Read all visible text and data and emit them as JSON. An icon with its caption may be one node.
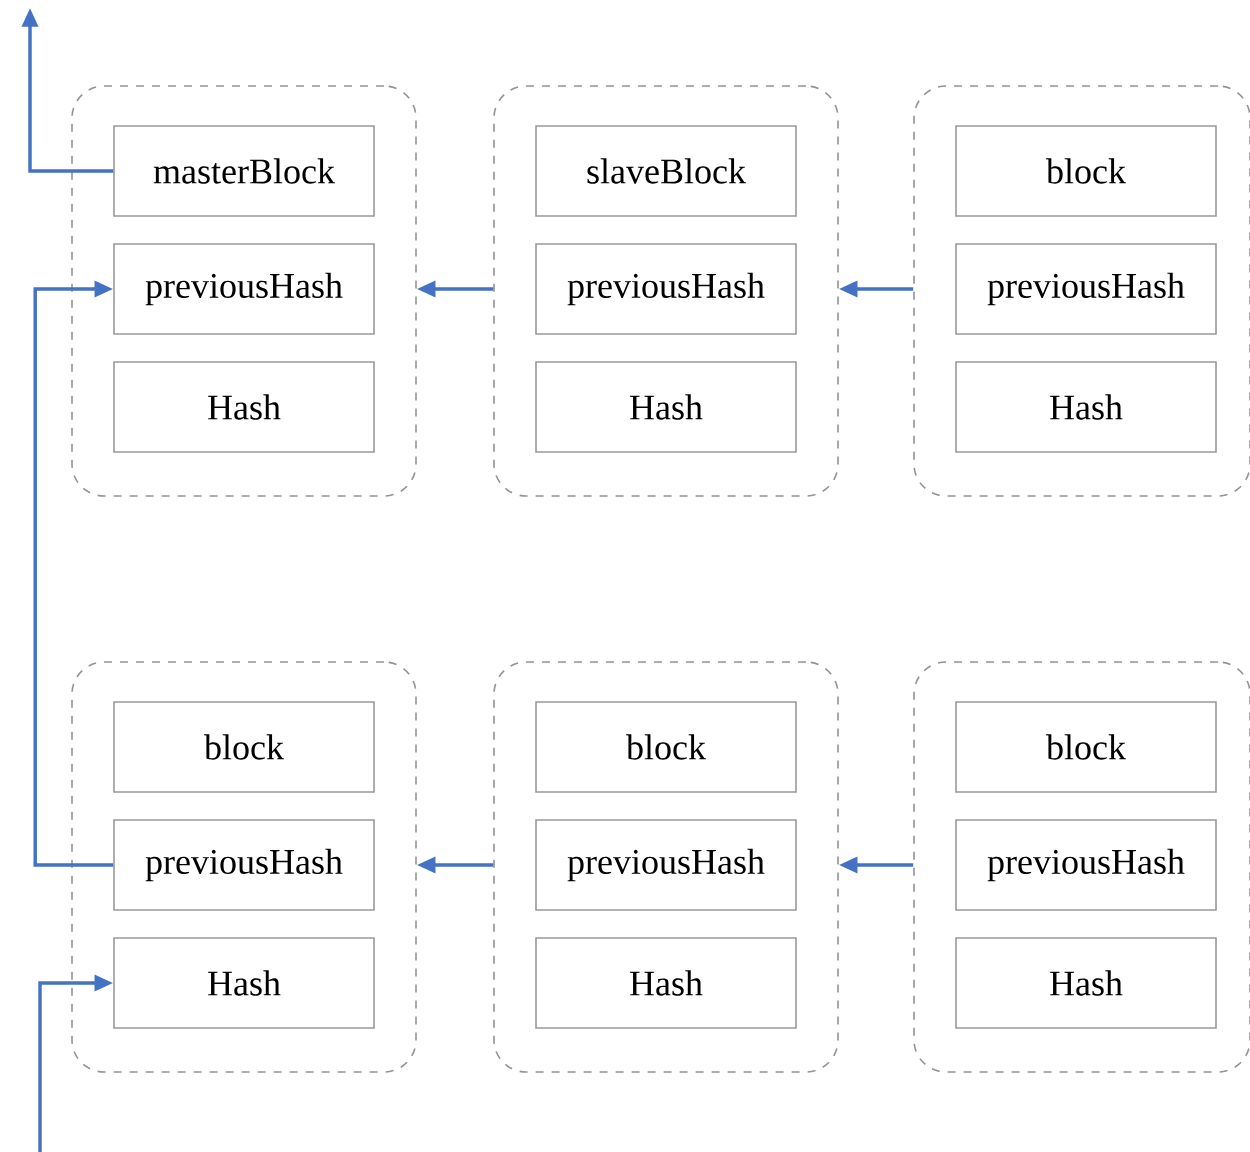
{
  "diagram": {
    "nodes": [
      {
        "text": [],
        "shape": "box"
      },
      {
        "text": [
          "masterBlock"
        ],
        "in": 0
      },
      {
        "text": [
          "previousHash"
        ],
        "in": 0
      },
      {
        "text": [
          "Hash"
        ],
        "in": 0
      },
      {
        "text": [],
        "shape": "box"
      },
      {
        "text": [
          "slaveBlock"
        ],
        "in": 4
      },
      {
        "text": [
          "previousHash"
        ],
        "in": 4
      },
      {
        "text": [
          "Hash"
        ],
        "in": 4
      },
      {
        "text": [],
        "shape": "box"
      },
      {
        "text": [
          "block"
        ],
        "in": 8
      },
      {
        "text": [
          "previousHash"
        ],
        "in": 8
      },
      {
        "text": [
          "Hash"
        ],
        "in": 8
      },
      {
        "text": [],
        "shape": "box"
      },
      {
        "text": [
          "block"
        ],
        "in": 12
      },
      {
        "text": [
          "previousHash"
        ],
        "in": 12
      },
      {
        "text": [
          "Hash"
        ],
        "in": 12
      },
      {
        "text": [],
        "shape": "box"
      },
      {
        "text": [
          "block"
        ],
        "in": 16
      },
      {
        "text": [
          "previousHash"
        ],
        "in": 16
      },
      {
        "text": [
          "Hash"
        ],
        "in": 16
      },
      {
        "text": [],
        "shape": "box"
      },
      {
        "text": [
          "block"
        ],
        "in": 20
      },
      {
        "text": [
          "previousHash"
        ],
        "in": 20
      },
      {
        "text": [
          "Hash"
        ],
        "in": 20
      }
    ],
    "edges": [
      {
        "from": 1,
        "to": null,
        "arrow": "to"
      },
      {
        "from": 4,
        "to": 0,
        "arrow": "to"
      },
      {
        "from": 8,
        "to": 4,
        "arrow": "to"
      },
      {
        "from": 14,
        "to": 2,
        "arrow": "to"
      },
      {
        "from": 16,
        "to": 12,
        "arrow": "to"
      },
      {
        "from": 20,
        "to": 16,
        "arrow": "to"
      },
      {
        "from": null,
        "to": 15,
        "arrow": "to"
      }
    ]
  }
}
